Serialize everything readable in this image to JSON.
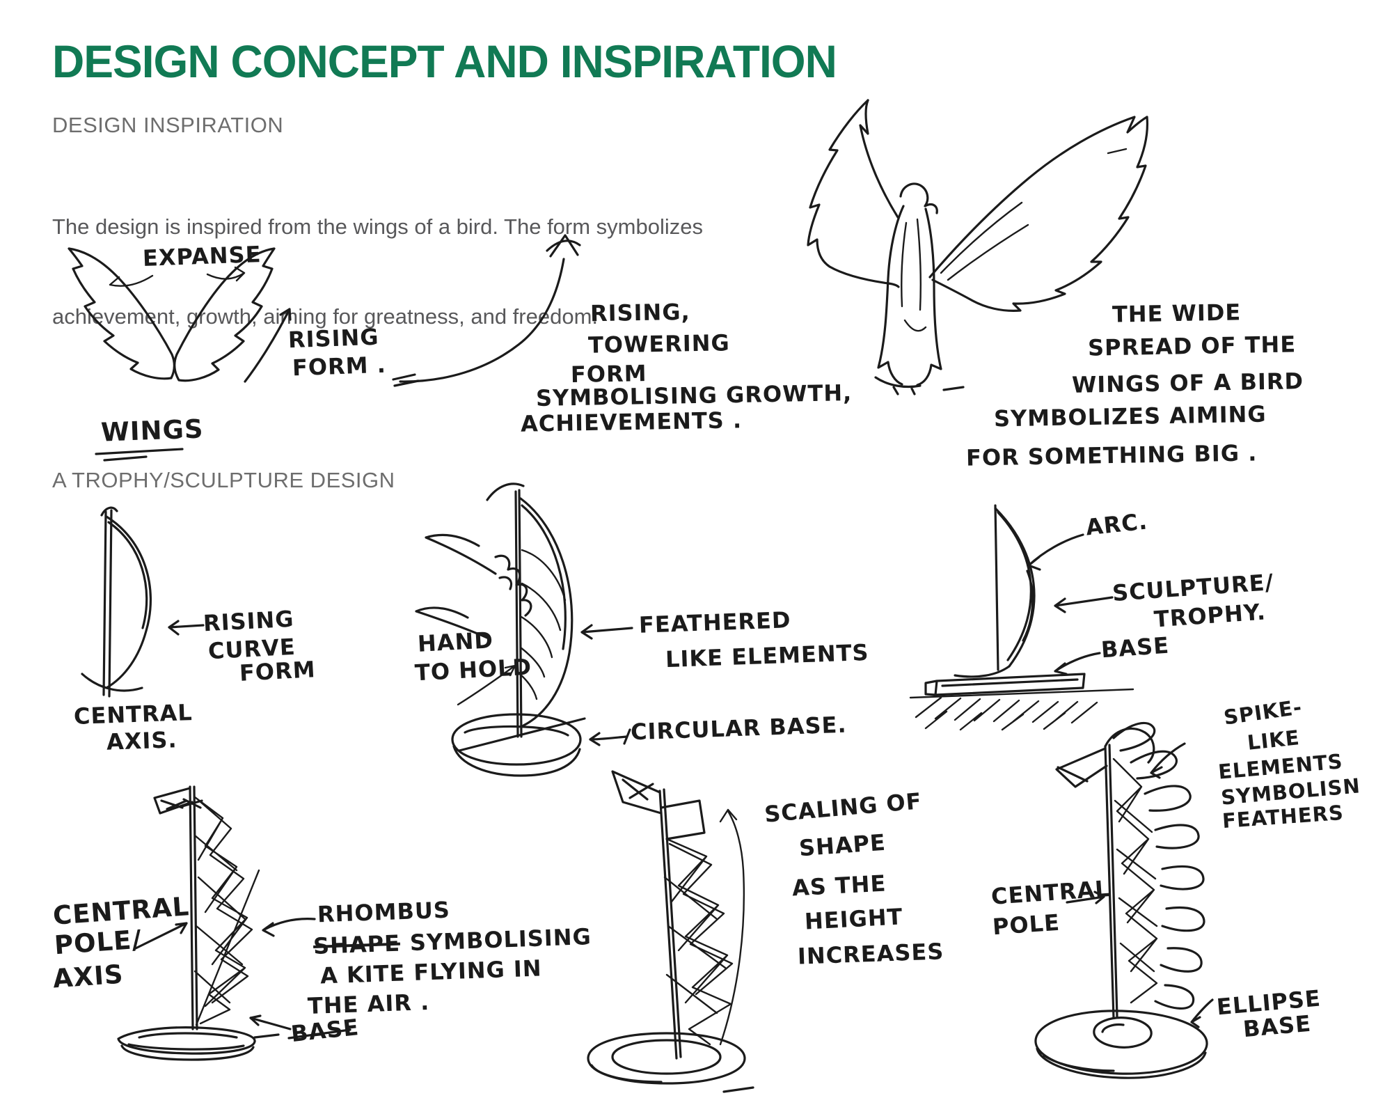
{
  "colors": {
    "accent_green": "#117a54",
    "heading_gray": "#6d6d6d",
    "body_gray": "#58585a",
    "ink": "#1b1b1b"
  },
  "header": {
    "title": "DESIGN CONCEPT AND INSPIRATION",
    "subheading": "DESIGN INSPIRATION",
    "paragraph_line1": "The design is inspired from the wings of a bird. The form symbolizes",
    "paragraph_line2": "achievement, growth, aiming for greatness, and freedom."
  },
  "section2_heading": "A TROPHY/SCULPTURE DESIGN",
  "annotations": {
    "wings": {
      "expanse": "EXPANSE",
      "rising": [
        "RISING",
        "FORM ."
      ],
      "caption": "WINGS"
    },
    "rising_note": [
      "RISING,",
      "TOWERING",
      "FORM",
      "SYMBOLISING GROWTH,",
      "ACHIEVEMENTS ."
    ],
    "bird_note": [
      "THE WIDE",
      "SPREAD OF THE",
      "WINGS OF A BIRD",
      "SYMBOLIZES AIMING",
      "FOR SOMETHING BIG ."
    ],
    "curve": {
      "form": [
        "RISING",
        "CURVE",
        "FORM"
      ],
      "axis": [
        "CENTRAL",
        "AXIS."
      ]
    },
    "feather": {
      "hand": [
        "HAND",
        "TO HOLD"
      ],
      "feathered": [
        "FEATHERED",
        "LIKE ELEMENTS"
      ],
      "base": "CIRCULAR BASE."
    },
    "arc": {
      "arc": "ARC.",
      "sculpture": [
        "SCULPTURE/",
        "TROPHY."
      ],
      "base": "BASE"
    },
    "kite": {
      "pole": [
        "CENTRAL",
        "POLE/",
        "AXIS"
      ],
      "rhombus_title": "RHOMBUS",
      "struck_word": "SHAPE",
      "line2_rest": "SYMBOLISING",
      "line3": "A KITE FLYING IN",
      "line4": "THE AIR .",
      "base": "BASE"
    },
    "scaling": [
      "SCALING OF",
      "SHAPE",
      "AS THE",
      "HEIGHT",
      "INCREASES"
    ],
    "spike": {
      "note": [
        "SPIKE-",
        "LIKE",
        "ELEMENTS",
        "SYMBOLISN",
        "FEATHERS"
      ],
      "pole": [
        "CENTRAL",
        "POLE"
      ],
      "base": [
        "ELLIPSE",
        "BASE"
      ]
    }
  }
}
